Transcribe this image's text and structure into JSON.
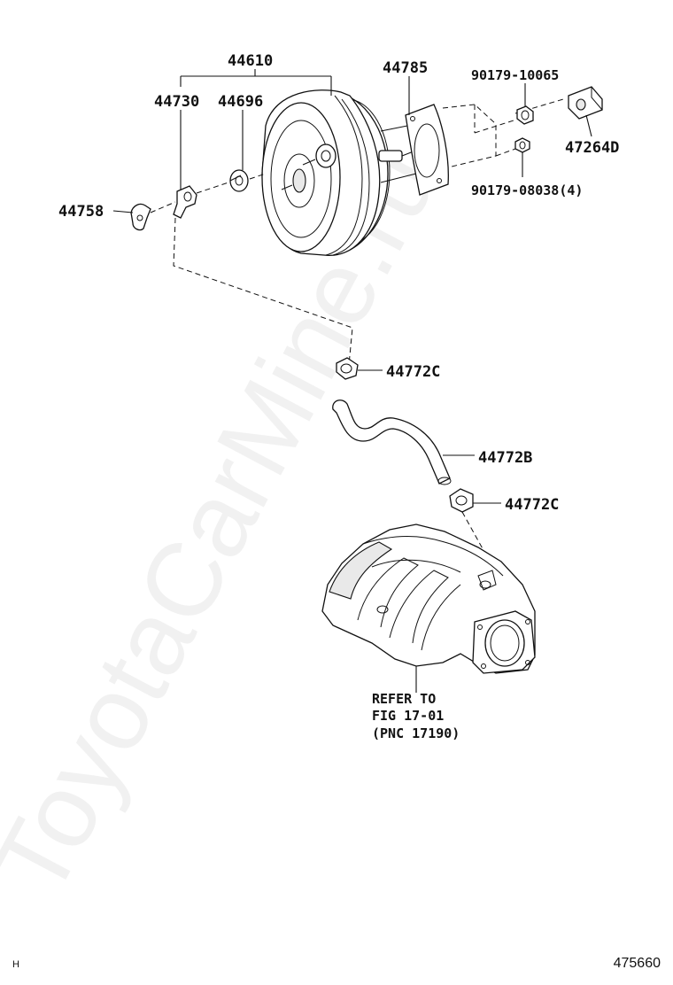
{
  "diagram": {
    "callouts": [
      {
        "id": "brake-booster-assy",
        "text": "44610"
      },
      {
        "id": "check-valve",
        "text": "44730"
      },
      {
        "id": "grommet",
        "text": "44696"
      },
      {
        "id": "gasket",
        "text": "44785"
      },
      {
        "id": "nut-upper",
        "text": "90179-10065"
      },
      {
        "id": "nut-lower",
        "text": "90179-08038(4)"
      },
      {
        "id": "clevis",
        "text": "47264D"
      },
      {
        "id": "clamp-plate",
        "text": "44758"
      },
      {
        "id": "hose-clip-upper",
        "text": "44772C"
      },
      {
        "id": "vacuum-hose",
        "text": "44772B"
      },
      {
        "id": "hose-clip-lower",
        "text": "44772C"
      }
    ],
    "reference": {
      "line1": "REFER TO",
      "line2": "FIG 17-01",
      "line3": "(PNC 17190)"
    },
    "corner_left": "H",
    "corner_right": "475660",
    "watermark": "ToyotaCarMine.ru"
  }
}
